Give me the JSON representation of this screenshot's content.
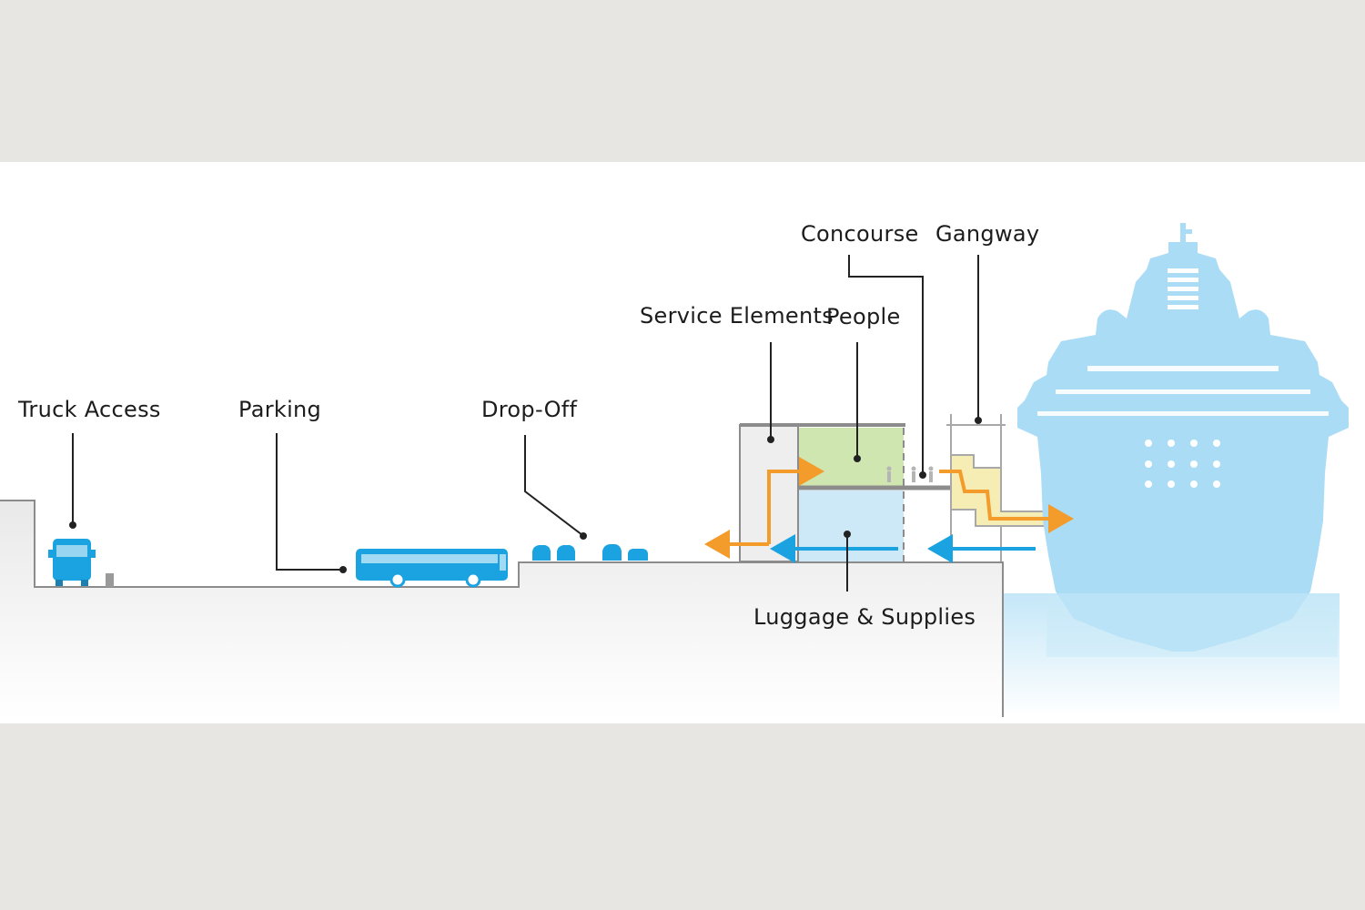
{
  "labels": {
    "truck_access": "Truck Access",
    "parking": "Parking",
    "drop_off": "Drop-Off",
    "service_elements": "Service Elements",
    "people": "People",
    "concourse": "Concourse",
    "gangway": "Gangway",
    "luggage_supplies": "Luggage & Supplies"
  },
  "colors": {
    "band": "#e8e6e2",
    "panel": "#ffffff",
    "ground": "#eeeeee",
    "vehicle_blue": "#1aa3e0",
    "ship": "#aadcf5",
    "water": "#c8e9f8",
    "people_flow": "#f39c2b",
    "luggage_flow": "#1aa3e0",
    "people_zone": "#cfe6b0",
    "luggage_zone": "#cde9f8",
    "service_zone": "#eeeeee",
    "gangway_fill": "#f6edb5",
    "leader": "#222222"
  }
}
